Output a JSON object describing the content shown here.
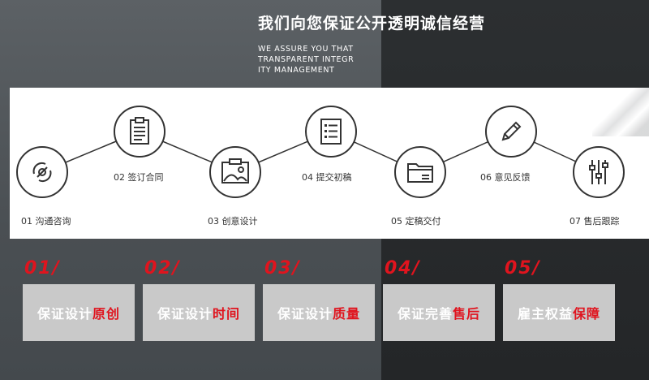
{
  "header": {
    "title_cn": "我们向您保证公开透明诚信经营",
    "title_en_lines": [
      "WE ASSURE YOU THAT",
      "TRANSPARENT INTEGR",
      "ITY MANAGEMENT"
    ]
  },
  "process": {
    "steps": [
      {
        "label": "01 沟通咨询",
        "icon": "handshake-ring-icon"
      },
      {
        "label": "02 签订合同",
        "icon": "contract-document-icon"
      },
      {
        "label": "03 创意设计",
        "icon": "landscape-image-icon"
      },
      {
        "label": "04 提交初稿",
        "icon": "list-document-icon"
      },
      {
        "label": "05 定稿交付",
        "icon": "folder-icon"
      },
      {
        "label": "06 意见反馈",
        "icon": "pencil-icon"
      },
      {
        "label": "07 售后跟踪",
        "icon": "sliders-icon"
      }
    ]
  },
  "guarantees": [
    {
      "num": "01/",
      "white": "保证设计",
      "red": "原创"
    },
    {
      "num": "02/",
      "white": "保证设计",
      "red": "时间"
    },
    {
      "num": "03/",
      "white": "保证设计",
      "red": "质量"
    },
    {
      "num": "04/",
      "white": "保证完善",
      "red": "售后"
    },
    {
      "num": "05/",
      "white": "雇主权益",
      "red": "保障"
    }
  ],
  "colors": {
    "accent": "#e0141e",
    "card_bg": "#c9c9c9",
    "dark_bg": "#242628",
    "mid_bg": "#4a4f53"
  }
}
